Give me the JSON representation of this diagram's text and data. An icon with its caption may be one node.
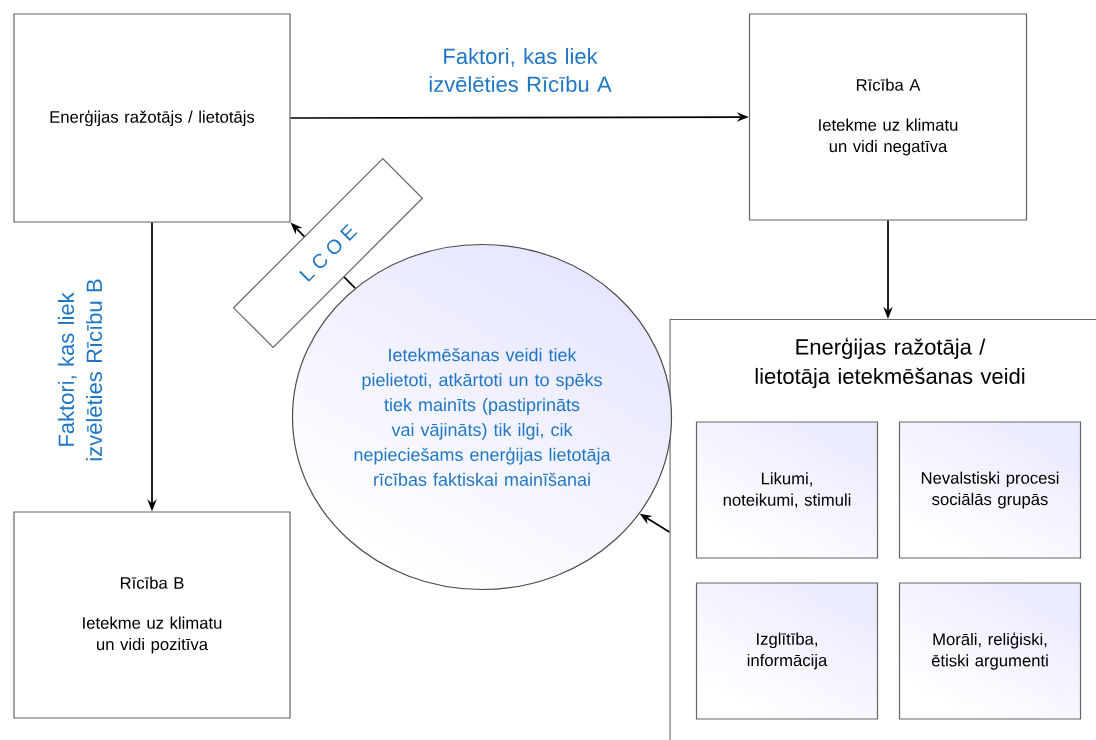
{
  "diagram": {
    "nodes": [
      {
        "text": [
          "Enerģijas ražotājs / lietotājs"
        ]
      },
      {
        "text": [
          "Rīcība A",
          "Ietekme uz klimatu un vidi negatīva"
        ]
      },
      {
        "text": [
          "Rīcība B",
          "Ietekme uz klimatu un vidi pozitīva"
        ]
      },
      {
        "text": [
          "Enerģijas ražotāja / lietotāja ietekmēšanas veidi"
        ]
      },
      {
        "text": [
          "Likumi, noteikumi, stimuli"
        ],
        "in": 3
      },
      {
        "text": [
          "Nevalstiski procesi sociālās grupās"
        ],
        "in": 3
      },
      {
        "text": [
          "Izglītība, informācija"
        ],
        "in": 3
      },
      {
        "text": [
          "Morāli, reliģiski, ētiski argumenti"
        ],
        "in": 3
      },
      {
        "text": [
          "Ietekmēšanas veidi tiek pielietoti, atkārtoti un to spēks tiek mainīts (pastiprināts vai vājināts) tik ilgi, cik nepieciešams enerģijas lietotāja rīcības faktiskai mainīšanai"
        ]
      }
    ],
    "edges": [
      {
        "from": 0,
        "to": 1,
        "arrow": "to",
        "label": "Faktori, kas liek izvēlēties Rīcību A"
      },
      {
        "from": 0,
        "to": 2,
        "arrow": "to",
        "label": "Faktori, kas liek izvēlēties Rīcību B"
      },
      {
        "from": 1,
        "to": 3,
        "arrow": "to"
      },
      {
        "from": 3,
        "to": 8,
        "arrow": "to"
      },
      {
        "from": 8,
        "to": 0,
        "arrow": "to",
        "label": "L C O E"
      }
    ]
  }
}
